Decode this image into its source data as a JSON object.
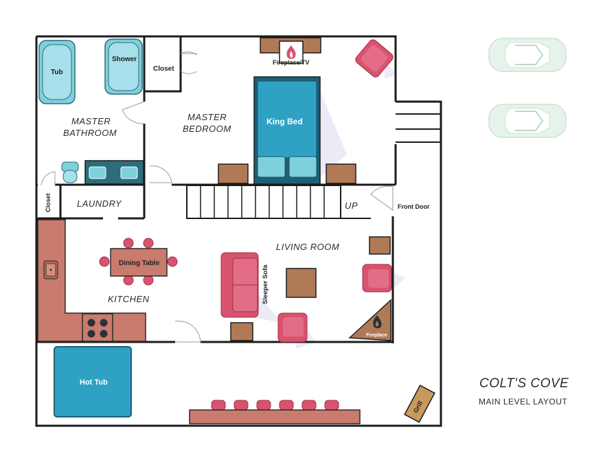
{
  "title": "COLT'S COVE",
  "subtitle": "MAIN LEVEL LAYOUT",
  "rooms": {
    "master_bathroom_line1": "MASTER",
    "master_bathroom_line2": "BATHROOM",
    "master_bedroom_line1": "MASTER",
    "master_bedroom_line2": "BEDROOM",
    "laundry": "LAUNDRY",
    "kitchen": "KITCHEN",
    "living_room": "LIVING ROOM",
    "stairs": "UP"
  },
  "fixtures": {
    "tub": "Tub",
    "shower": "Shower",
    "closet_master": "Closet",
    "closet_laundry": "Closet",
    "fireplace_tv": "Fireplace/TV",
    "king_bed": "King Bed",
    "front_door": "Front Door",
    "dining_table": "Dining Table",
    "sleeper_sofa": "Sleeper Sofa",
    "fireplace": "Fireplace",
    "hot_tub": "Hot Tub",
    "grill": "Grill"
  },
  "colors": {
    "wall": "#1b1b1b",
    "water_fixture": "#7fd0dd",
    "bed": "#2fa2c4",
    "furniture_wood": "#b07a57",
    "upholstery": "#d9536f",
    "counter": "#c97b6d",
    "car": "#e6f3ea"
  },
  "icons": [
    "fire-icon",
    "car-icon",
    "cooktop-icon",
    "sink-icon",
    "toilet-icon"
  ]
}
